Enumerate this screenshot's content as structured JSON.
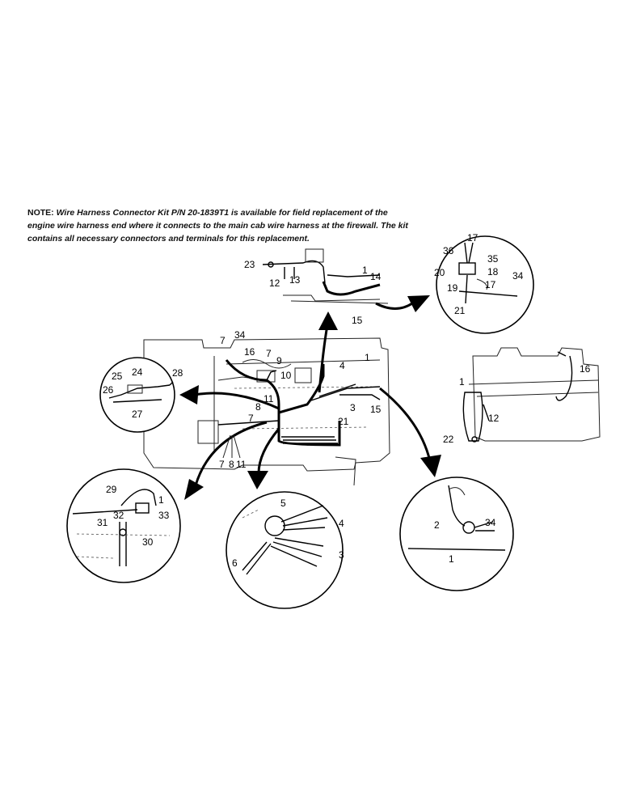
{
  "note": {
    "label": "NOTE:",
    "line1": "Wire Harness Connector Kit P/N 20-1839T1 is available for field replacement of the",
    "line2": "engine wire harness end where it connects to the main cab wire harness at the firewall. The kit",
    "line3": "contains all necessary connectors and terminals for this replacement."
  },
  "callouts": {
    "top": [
      "23",
      "12",
      "13",
      "1",
      "14",
      "15"
    ],
    "top_right_detail": [
      "17",
      "36",
      "35",
      "20",
      "18",
      "19",
      "17",
      "34",
      "21"
    ],
    "main": [
      "7",
      "34",
      "16",
      "7",
      "9",
      "10",
      "4",
      "1",
      "8",
      "11",
      "7",
      "3",
      "15",
      "21",
      "7",
      "8",
      "11"
    ],
    "left_detail": [
      "25",
      "24",
      "28",
      "26",
      "27"
    ],
    "right_view": [
      "16",
      "1",
      "12",
      "22"
    ],
    "bottom_left_detail": [
      "29",
      "1",
      "32",
      "33",
      "31",
      "30"
    ],
    "bottom_center_detail": [
      "5",
      "4",
      "3",
      "6"
    ],
    "bottom_right_detail": [
      "2",
      "34",
      "1"
    ]
  }
}
